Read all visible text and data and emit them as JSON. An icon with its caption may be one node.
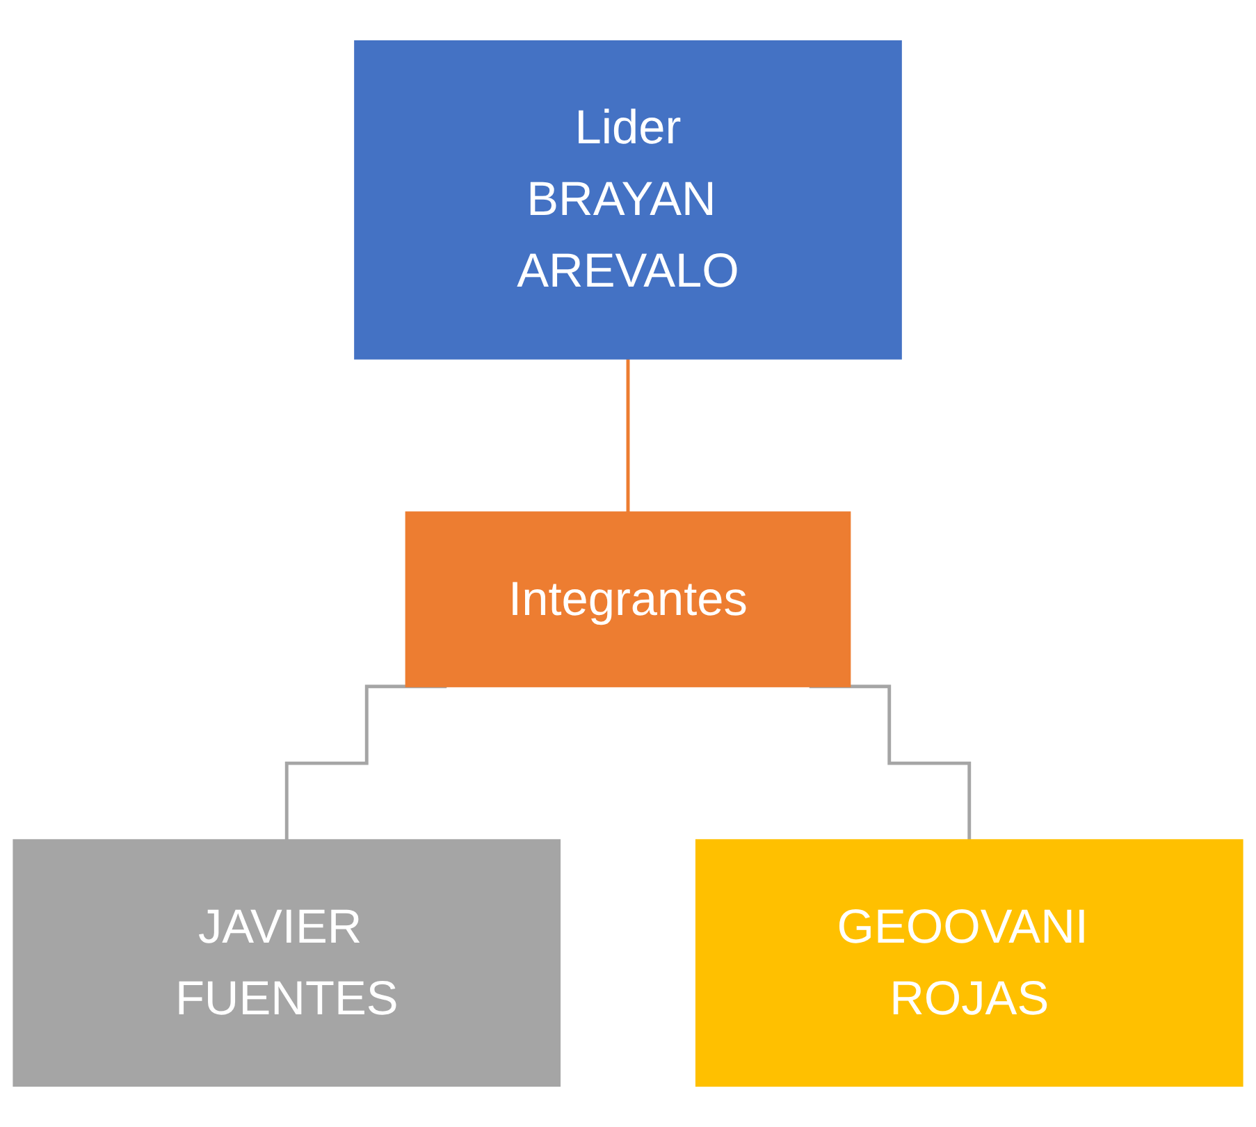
{
  "diagram": {
    "nodes": [
      {
        "text": [
          "Lider",
          "BRAYAN AREVALO"
        ]
      },
      {
        "text": [
          "Integrantes"
        ]
      },
      {
        "text": [
          "JAVIER FUENTES"
        ]
      },
      {
        "text": [
          "GEOOVANI ROJAS"
        ]
      }
    ],
    "edges": [
      {
        "from": 0,
        "to": 1,
        "arrow": "none",
        "color": "#ed7d31"
      },
      {
        "from": 1,
        "to": 2,
        "arrow": "none"
      },
      {
        "from": 1,
        "to": 3,
        "arrow": "none"
      }
    ]
  }
}
